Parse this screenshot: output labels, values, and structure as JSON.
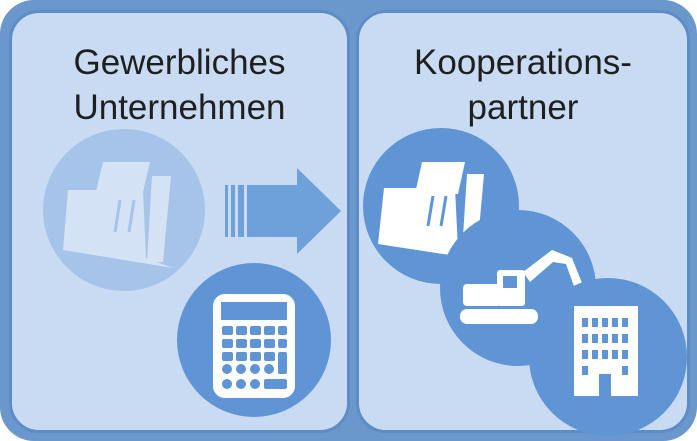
{
  "left_panel": {
    "title": "Gewerbliches\nUnternehmen"
  },
  "right_panel": {
    "title": "Kooperations-\npartner"
  },
  "icons": [
    "blocks-icon-faded",
    "calculator-icon",
    "arrow-right-icon",
    "blocks-icon",
    "excavator-icon",
    "building-icon"
  ],
  "colors": {
    "panel_fill": "#c9dbf2",
    "frame": "#6a97cc",
    "circle_dark": "#5f94d5",
    "circle_faded": "#a6c4e9",
    "arrow": "#6ea0da"
  }
}
